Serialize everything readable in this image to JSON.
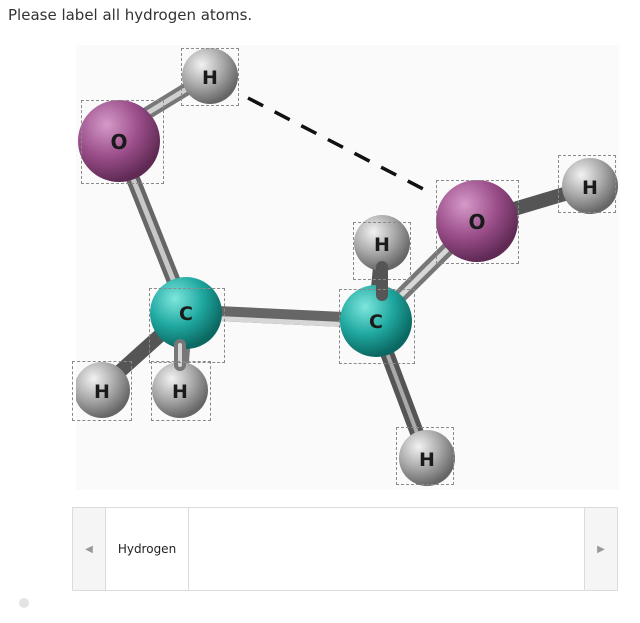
{
  "prompt": "Please label all hydrogen atoms.",
  "atoms": [
    {
      "id": "O1",
      "label": "O"
    },
    {
      "id": "H1",
      "label": "H"
    },
    {
      "id": "O2",
      "label": "O"
    },
    {
      "id": "H2",
      "label": "H"
    },
    {
      "id": "C1",
      "label": "C"
    },
    {
      "id": "C2",
      "label": "C"
    },
    {
      "id": "H3",
      "label": "H"
    },
    {
      "id": "H4",
      "label": "H"
    },
    {
      "id": "H5",
      "label": "H"
    },
    {
      "id": "H6",
      "label": "H"
    }
  ],
  "tray": {
    "prev_icon": "chevron-left-icon",
    "next_icon": "chevron-right-icon",
    "labels": [
      "Hydrogen"
    ]
  },
  "colors": {
    "oxygen": "#9c4f8b",
    "carbon": "#1fa8a0",
    "hydrogen": "#a8a8a8"
  }
}
